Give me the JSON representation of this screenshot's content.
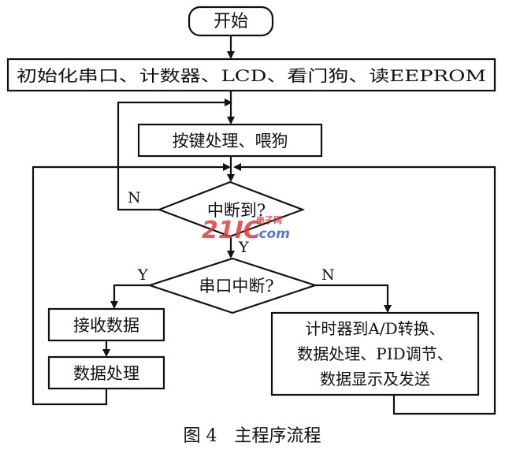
{
  "nodes": {
    "start": "开始",
    "init": "初始化串口、计数器、LCD、看门狗、读EEPROM",
    "keys": "按键处理、喂狗",
    "decision_interrupt": "中断到?",
    "decision_serial": "串口中断?",
    "receive": "接收数据",
    "process": "数据处理",
    "timer_line1": "计时器到A/D转换、",
    "timer_line2": "数据处理、PID调节、",
    "timer_line3": "数据显示及发送"
  },
  "edge_labels": {
    "interrupt_no": "N",
    "interrupt_yes": "Y",
    "serial_yes": "Y",
    "serial_no": "N"
  },
  "caption": "图 4　主程序流程",
  "watermark": {
    "prefix": "21IC",
    "top": "电子网",
    "bottom": ".com"
  },
  "colors": {
    "ink": "#111111",
    "watermark": "#e23a3a",
    "watermark_blue": "#3a63c9"
  }
}
